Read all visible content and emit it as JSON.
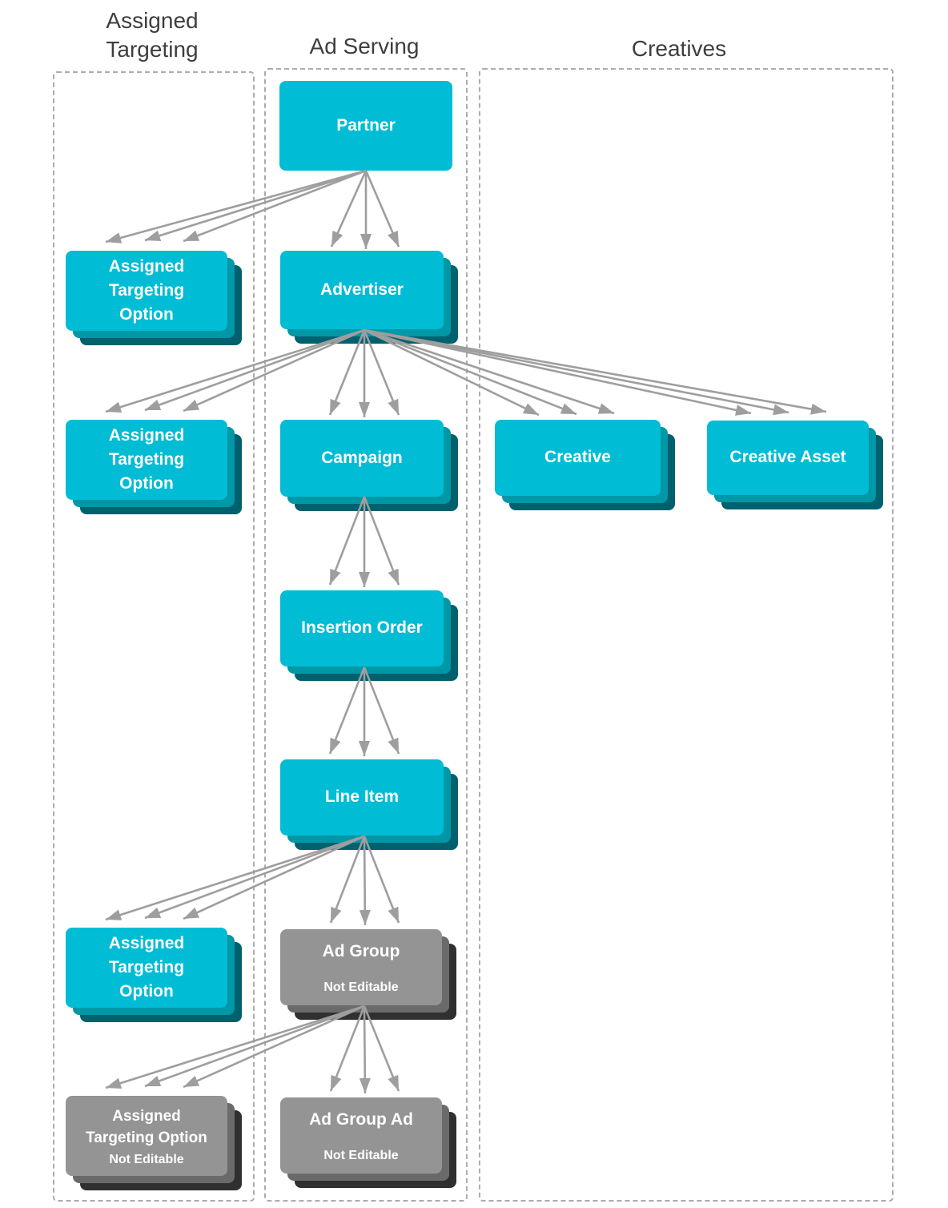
{
  "columns": {
    "assigned_targeting": {
      "label": "Assigned Targeting"
    },
    "ad_serving": {
      "label": "Ad Serving"
    },
    "creatives": {
      "label": "Creatives"
    }
  },
  "nodes": {
    "partner": {
      "label": "Partner"
    },
    "advertiser": {
      "label": "Advertiser"
    },
    "campaign": {
      "label": "Campaign"
    },
    "insertion_order": {
      "label": "Insertion Order"
    },
    "line_item": {
      "label": "Line Item"
    },
    "creative": {
      "label": "Creative"
    },
    "creative_asset": {
      "label": "Creative Asset"
    },
    "assigned_targeting_option": {
      "line1": "Assigned",
      "line2": "Targeting",
      "line3": "Option"
    },
    "ad_group": {
      "label": "Ad Group",
      "sublabel": "Not Editable"
    },
    "ad_group_ad": {
      "label": "Ad Group Ad",
      "sublabel": "Not Editable"
    },
    "assigned_targeting_option_not_editable": {
      "line1": "Assigned",
      "line2": "Targeting Option",
      "sublabel": "Not Editable"
    }
  },
  "edges": [
    {
      "from": "Partner",
      "to": "Assigned Targeting Option",
      "arrows": 3
    },
    {
      "from": "Partner",
      "to": "Advertiser",
      "arrows": 3
    },
    {
      "from": "Advertiser",
      "to": "Assigned Targeting Option",
      "arrows": 3
    },
    {
      "from": "Advertiser",
      "to": "Campaign",
      "arrows": 3
    },
    {
      "from": "Advertiser",
      "to": "Creative",
      "arrows": 3
    },
    {
      "from": "Advertiser",
      "to": "Creative Asset",
      "arrows": 3
    },
    {
      "from": "Campaign",
      "to": "Insertion Order",
      "arrows": 3
    },
    {
      "from": "Insertion Order",
      "to": "Line Item",
      "arrows": 3
    },
    {
      "from": "Line Item",
      "to": "Assigned Targeting Option",
      "arrows": 3
    },
    {
      "from": "Line Item",
      "to": "Ad Group",
      "arrows": 3
    },
    {
      "from": "Ad Group",
      "to": "Assigned Targeting Option (Not Editable)",
      "arrows": 3
    },
    {
      "from": "Ad Group",
      "to": "Ad Group Ad",
      "arrows": 3
    }
  ],
  "colors": {
    "node_editable": "#00BCD4",
    "node_editable_layer2": "#0097A7",
    "node_editable_layer3": "#00616E",
    "node_not_editable": "#949494",
    "node_not_editable_layer2": "#6A6A6A",
    "node_not_editable_layer3": "#303030",
    "arrow": "#9E9E9E",
    "column_border": "#ACACAC",
    "header_text": "#3E3E3E"
  }
}
